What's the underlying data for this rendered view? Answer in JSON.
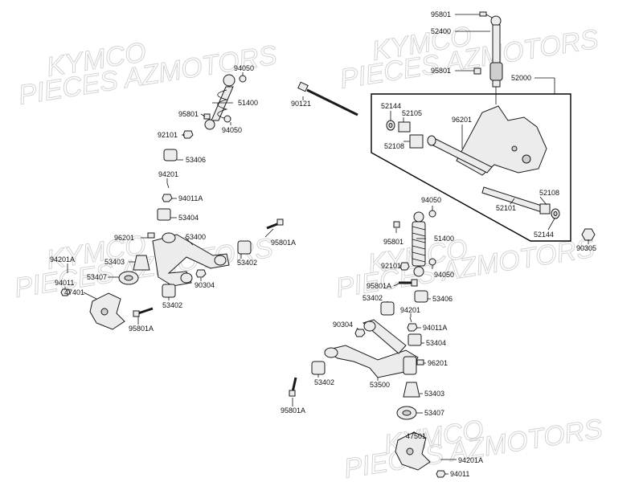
{
  "watermarks": [
    "PIECES AZMOTORS",
    "KYMCO"
  ],
  "labels": {
    "l95801_top": "95801",
    "l52400": "52400",
    "l95801_mid": "95801",
    "l52000": "52000",
    "l52144_a": "52144",
    "l52105": "52105",
    "l96201_box": "96201",
    "l52108_a": "52108",
    "l52108_b": "52108",
    "l52101": "52101",
    "l52144_b": "52144",
    "l90305": "90305",
    "l90121": "90121",
    "l94050_a": "94050",
    "l51400_a": "51400",
    "l95801_b": "95801",
    "l94050_b": "94050",
    "l92101_a": "92101",
    "l53406_a": "53406",
    "l94201_a": "94201",
    "l94011A_a": "94011A",
    "l53404_a": "53404",
    "l96201_a": "96201",
    "l53400": "53400",
    "l95801A_a": "95801A",
    "l94201A_a": "94201A",
    "l53403_a": "53403",
    "l53402_a": "53402",
    "l94011_a": "94011",
    "l53407_a": "53407",
    "l90304_a": "90304",
    "l47401": "47401",
    "l53402_b": "53402",
    "l95801A_b": "95801A",
    "l94050_c": "94050",
    "l95801_c": "95801",
    "l51400_b": "51400",
    "l92101_b": "92101",
    "l94050_d": "94050",
    "l95801A_c": "95801A",
    "l53402_c": "53402",
    "l53406_b": "53406",
    "l94201_b": "94201",
    "l90304_b": "90304",
    "l94011A_b": "94011A",
    "l53404_b": "53404",
    "l96201_b": "96201",
    "l53402_d": "53402",
    "l53500": "53500",
    "l53403_b": "53403",
    "l95801A_d": "95801A",
    "l53407_b": "53407",
    "l47501": "47501",
    "l94201A_b": "94201A",
    "l94011_b": "94011"
  }
}
